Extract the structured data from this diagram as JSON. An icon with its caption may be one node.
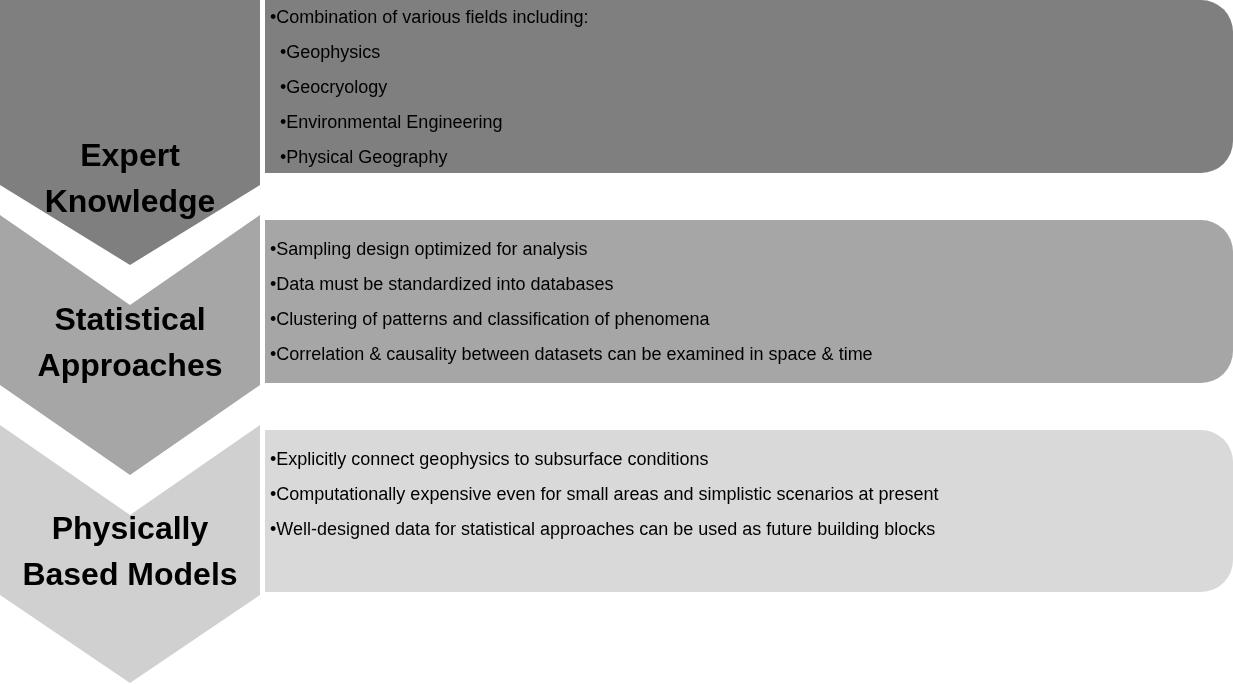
{
  "diagram": {
    "nodes": [
      {
        "text": [
          "Expert Knowledge"
        ]
      },
      {
        "text": [
          "•Combination of various fields including:",
          "•Geophysics",
          "•Geocryology",
          "•Environmental Engineering",
          "•Physical Geography"
        ]
      },
      {
        "text": [
          "Statistical Approaches"
        ]
      },
      {
        "text": [
          "•Sampling design optimized for analysis",
          "•Data must be standardized into databases",
          "•Clustering of patterns and classification of phenomena",
          "•Correlation & causality between datasets can be examined in space & time"
        ]
      },
      {
        "text": [
          "Physically Based Models"
        ]
      },
      {
        "text": [
          "•Explicitly connect geophysics to subsurface conditions",
          "•Computationally expensive even for small areas and simplistic scenarios at present",
          "•Well-designed data for statistical approaches can be used as future building blocks"
        ]
      }
    ]
  }
}
